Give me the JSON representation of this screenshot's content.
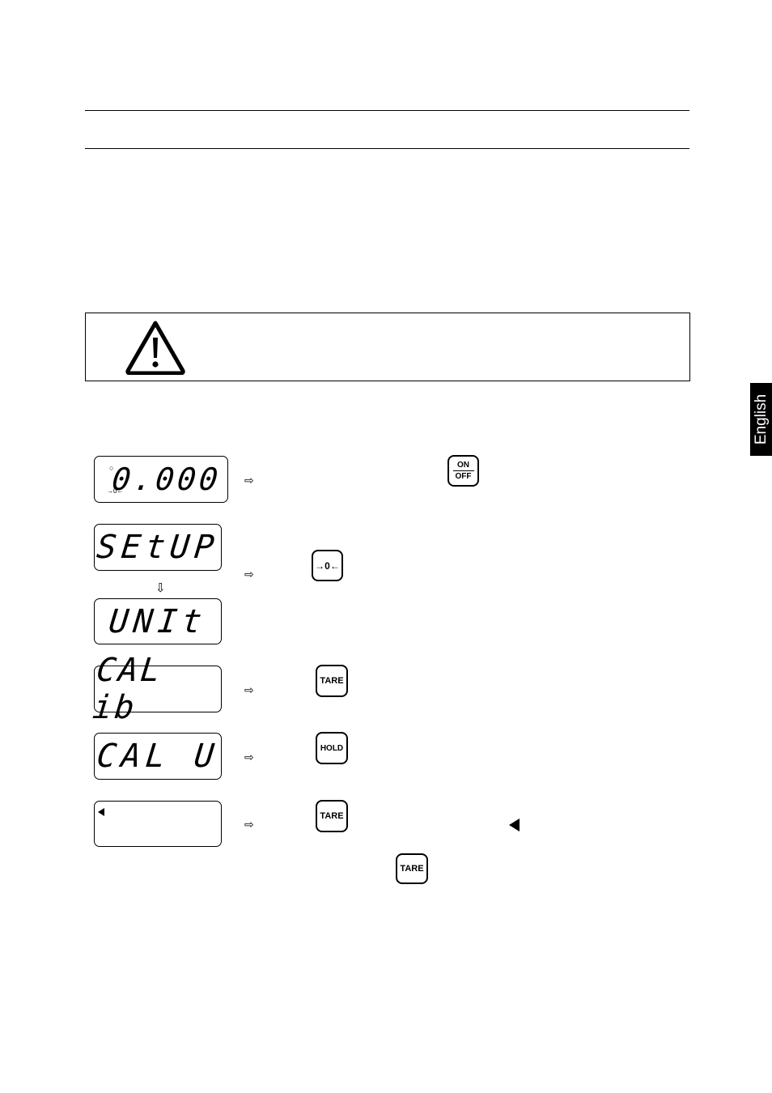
{
  "side_tab": {
    "label": "English"
  },
  "displays": {
    "d1": {
      "value": "0.000",
      "stable_icon": "○",
      "zero_icon": "→0←"
    },
    "d2": {
      "value": "SEtUP"
    },
    "d3": {
      "value": "UNIt"
    },
    "d4": {
      "value": "CAL ib"
    },
    "d5": {
      "value": "CAL U"
    }
  },
  "keys": {
    "on_label": "ON",
    "off_label": "OFF",
    "zero_label": "→0←",
    "tare_label": "TARE",
    "hold_label": "HOLD"
  },
  "arrows": {
    "right": "⇨",
    "down": "⇩"
  },
  "icons": [
    "warning-triangle-icon",
    "arrow-right-icon",
    "arrow-down-icon",
    "triangle-left-icon"
  ]
}
